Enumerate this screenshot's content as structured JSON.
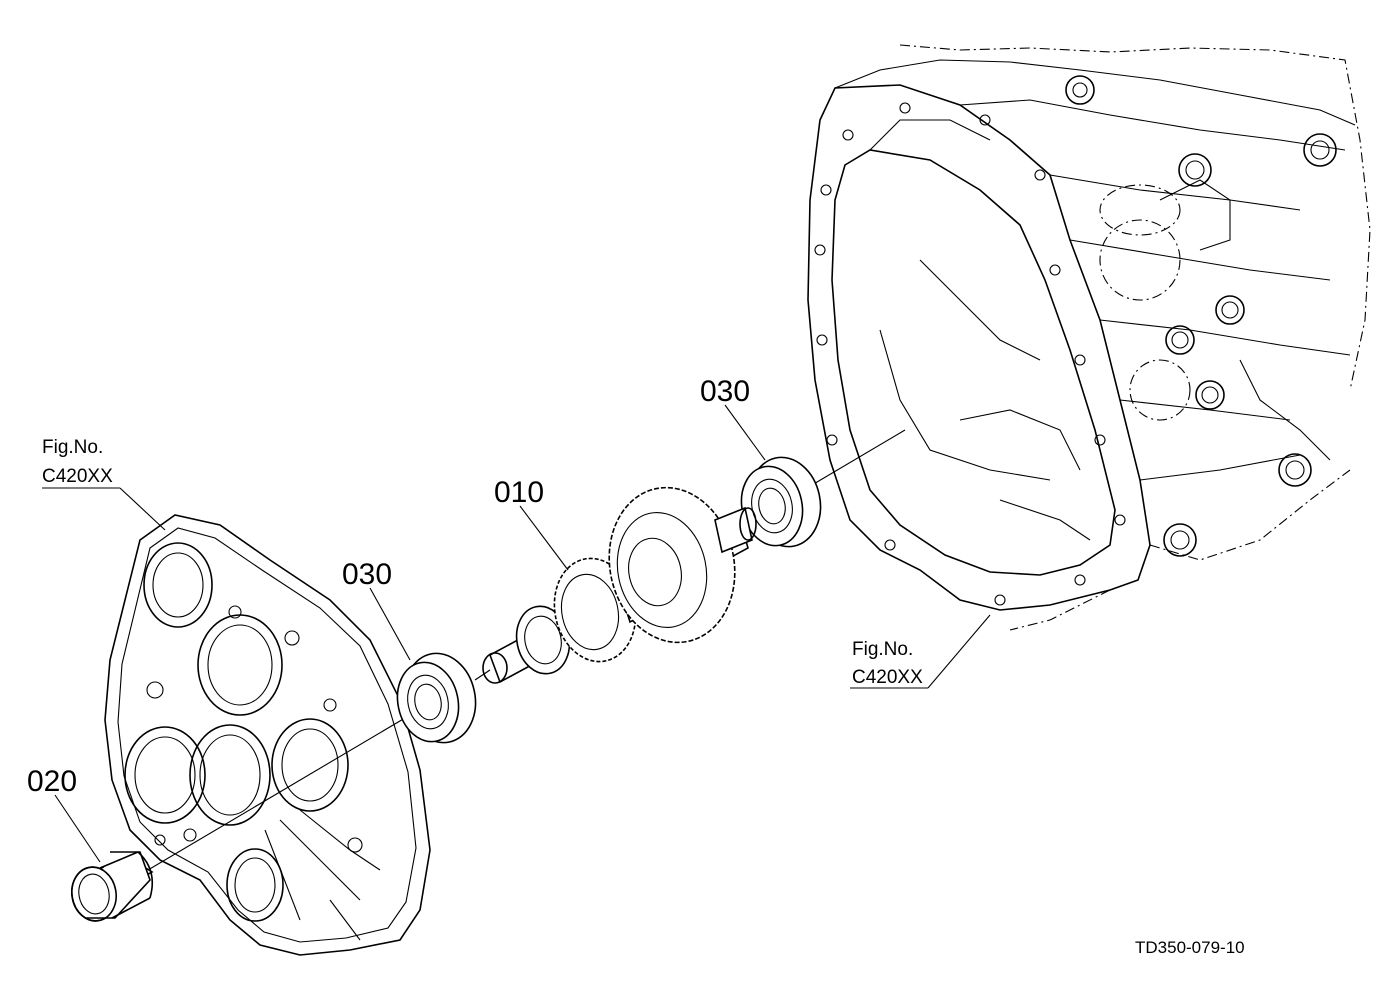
{
  "callouts": {
    "part_010": "010",
    "part_020": "020",
    "part_030_left": "030",
    "part_030_right": "030"
  },
  "references": {
    "left": {
      "line1": "Fig.No.",
      "line2": "C420XX"
    },
    "right": {
      "line1": "Fig.No.",
      "line2": "C420XX"
    }
  },
  "drawing_id": "TD350-079-10"
}
